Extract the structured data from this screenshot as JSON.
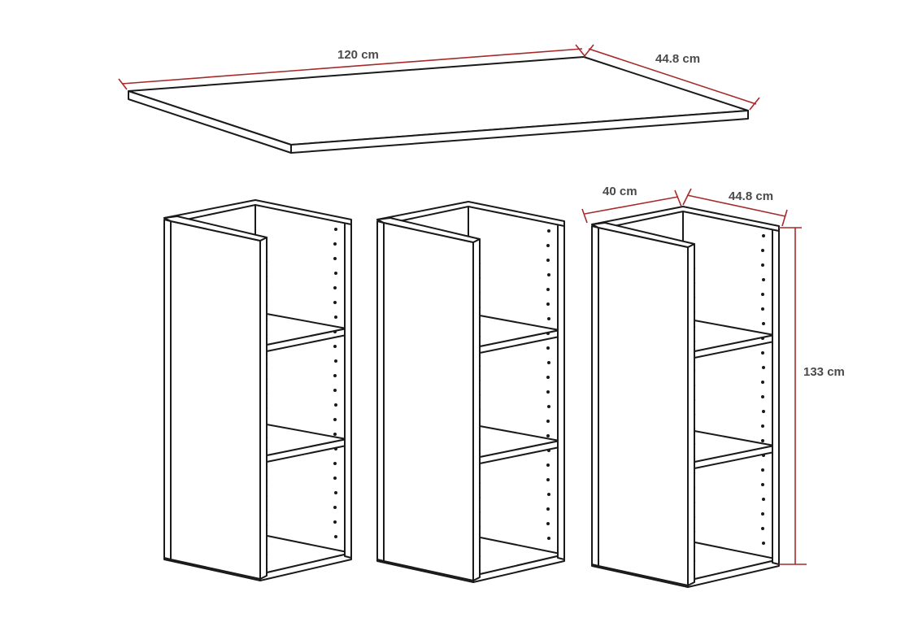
{
  "tabletop": {
    "width_label": "120 cm",
    "depth_label": "44.8 cm"
  },
  "cabinets": {
    "count": 3,
    "width_label": "40 cm",
    "depth_label": "44.8 cm",
    "height_label": "133 cm",
    "shelves_per_cabinet": 2
  },
  "colors": {
    "line": "#1a1a1a",
    "dimension_line": "#a52a2a",
    "label": "#4a4a4a",
    "background": "#ffffff"
  }
}
